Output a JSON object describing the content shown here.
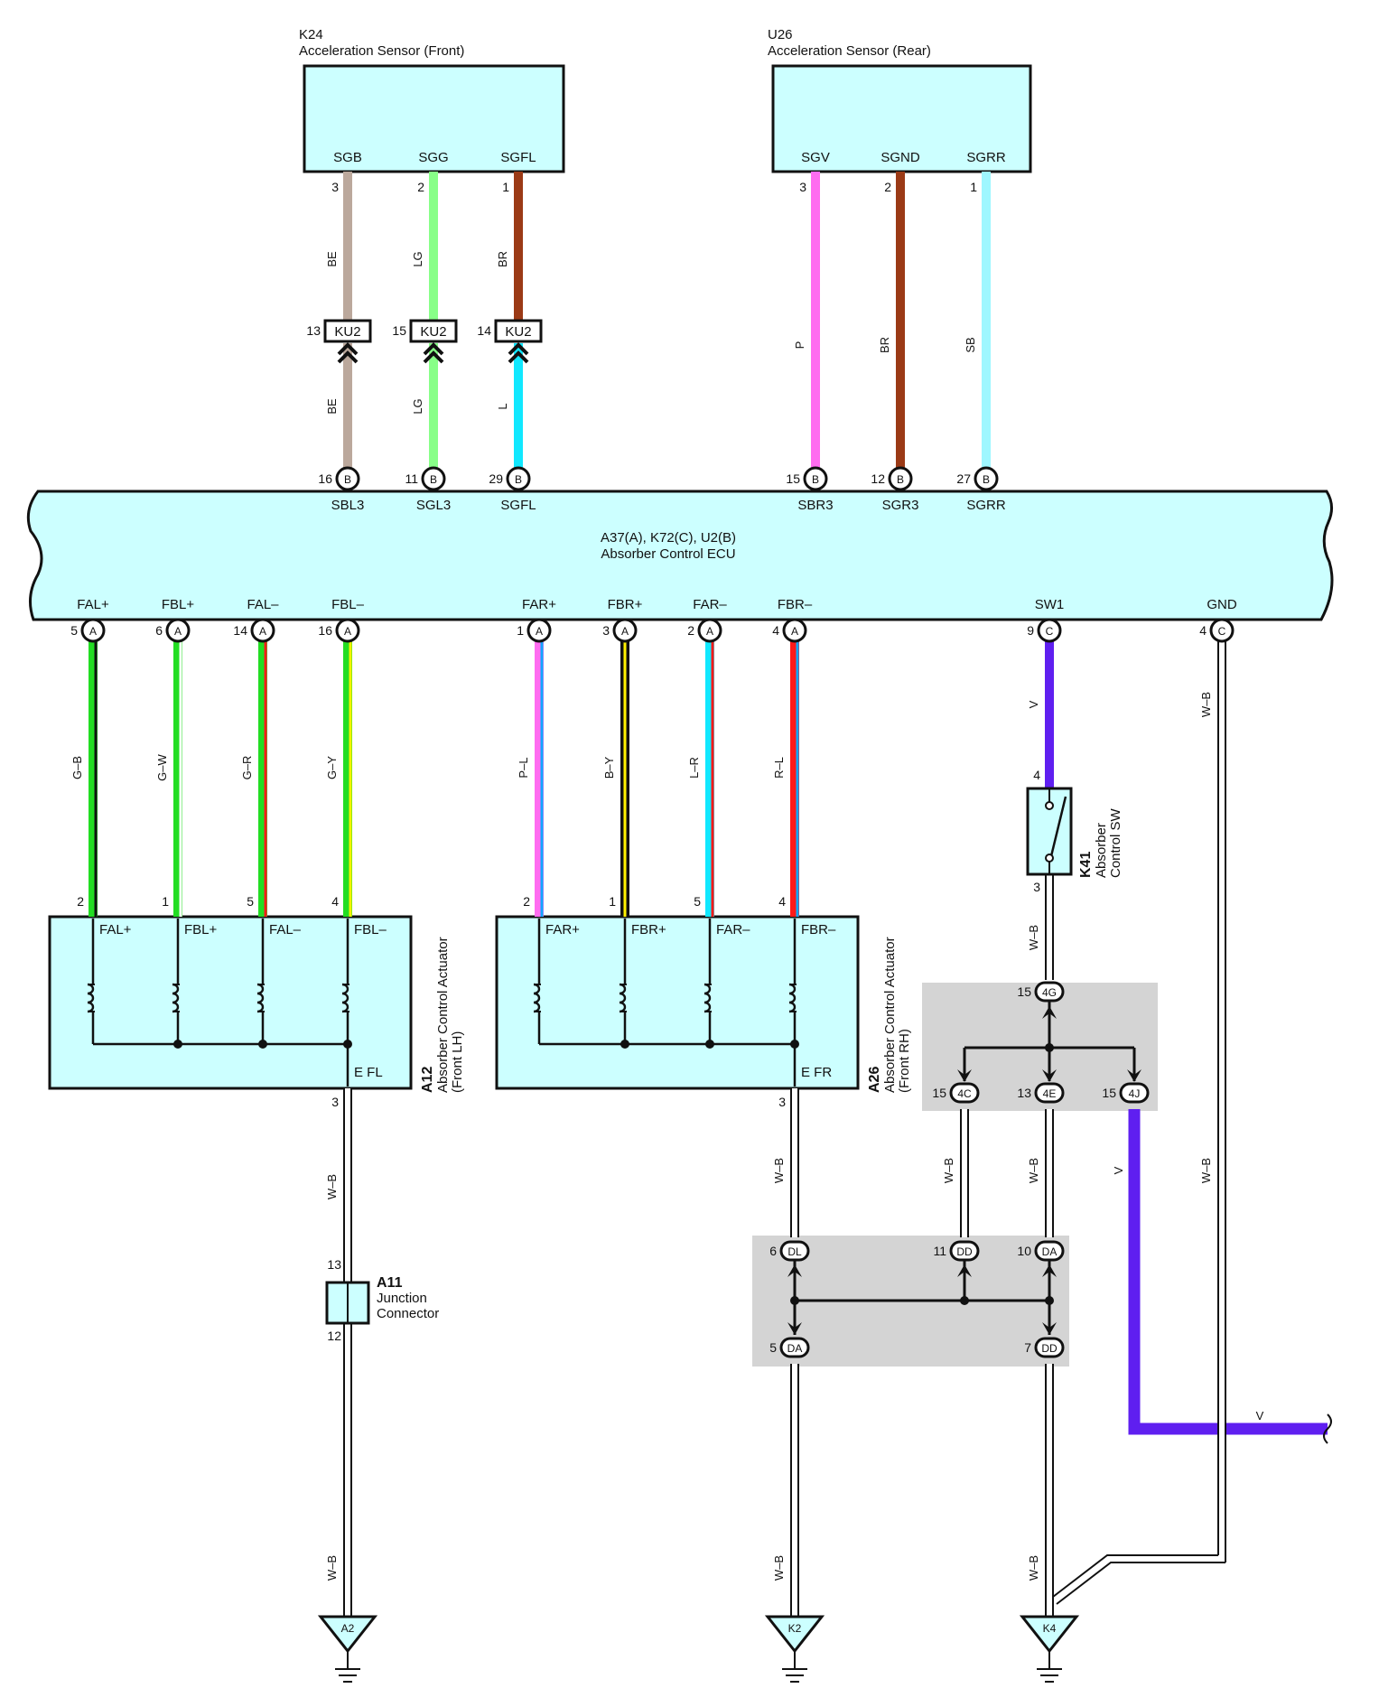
{
  "diagram_type": "wiring-diagram",
  "colors": {
    "component_fill": "#ccffff",
    "splice_box": "#d4d4d4",
    "BE": "#bba89c",
    "LG": "#88ff88",
    "BR": "#9b3a16",
    "L": "#10e8ff",
    "P": "#ff6cf0",
    "SB": "#9ff7ff",
    "G": "#22dd22",
    "R": "#ff1a1a",
    "Y": "#fff200",
    "V": "#5f1ff0",
    "B": "#111111",
    "W": "#ffffff"
  },
  "components": {
    "k24": {
      "code": "K24",
      "name": "Acceleration Sensor (Front)",
      "pins": [
        {
          "name": "SGB",
          "num": "3"
        },
        {
          "name": "SGG",
          "num": "2"
        },
        {
          "name": "SGFL",
          "num": "1"
        }
      ]
    },
    "u26": {
      "code": "U26",
      "name": "Acceleration Sensor (Rear)",
      "pins": [
        {
          "name": "SGV",
          "num": "3"
        },
        {
          "name": "SGND",
          "num": "2"
        },
        {
          "name": "SGRR",
          "num": "1"
        }
      ]
    },
    "ecu": {
      "code": "A37(A), K72(C), U2(B)",
      "name": "Absorber Control ECU",
      "top_pins": [
        {
          "name": "SBL3",
          "num": "16",
          "conn": "B"
        },
        {
          "name": "SGL3",
          "num": "11",
          "conn": "B"
        },
        {
          "name": "SGFL",
          "num": "29",
          "conn": "B"
        },
        {
          "name": "SBR3",
          "num": "15",
          "conn": "B"
        },
        {
          "name": "SGR3",
          "num": "12",
          "conn": "B"
        },
        {
          "name": "SGRR",
          "num": "27",
          "conn": "B"
        }
      ],
      "bottom_pins": [
        {
          "name": "FAL+",
          "num": "5",
          "conn": "A"
        },
        {
          "name": "FBL+",
          "num": "6",
          "conn": "A"
        },
        {
          "name": "FAL–",
          "num": "14",
          "conn": "A"
        },
        {
          "name": "FBL–",
          "num": "16",
          "conn": "A"
        },
        {
          "name": "FAR+",
          "num": "1",
          "conn": "A"
        },
        {
          "name": "FBR+",
          "num": "3",
          "conn": "A"
        },
        {
          "name": "FAR–",
          "num": "2",
          "conn": "A"
        },
        {
          "name": "FBR–",
          "num": "4",
          "conn": "A"
        },
        {
          "name": "SW1",
          "num": "9",
          "conn": "C"
        },
        {
          "name": "GND",
          "num": "4",
          "conn": "C"
        }
      ]
    },
    "a12": {
      "code": "A12",
      "name_lines": [
        "Absorber Control Actuator",
        "(Front LH)"
      ],
      "terms": [
        "FAL+",
        "FBL+",
        "FAL–",
        "FBL–"
      ],
      "top_nums": [
        "2",
        "1",
        "5",
        "4"
      ],
      "ground_label": "E FL",
      "ground_num": "3"
    },
    "a26": {
      "code": "A26",
      "name_lines": [
        "Absorber Control Actuator",
        "(Front RH)"
      ],
      "terms": [
        "FAR+",
        "FBR+",
        "FAR–",
        "FBR–"
      ],
      "top_nums": [
        "2",
        "1",
        "5",
        "4"
      ],
      "ground_label": "E FR",
      "ground_num": "3"
    },
    "k41": {
      "code": "K41",
      "name_lines": [
        "Absorber",
        "Control SW"
      ],
      "pin_top": "4",
      "pin_bottom": "3"
    },
    "a11": {
      "code": "A11",
      "name_lines": [
        "Junction",
        "Connector"
      ],
      "pin_top": "13",
      "pin_bottom": "12"
    }
  },
  "inline_connectors": [
    {
      "id": "KU2",
      "num": "13"
    },
    {
      "id": "KU2",
      "num": "15"
    },
    {
      "id": "KU2",
      "num": "14"
    }
  ],
  "splice_connectors": {
    "upper": [
      {
        "id": "4G",
        "num": "15"
      },
      {
        "id": "4C",
        "num": "15"
      },
      {
        "id": "4E",
        "num": "13"
      },
      {
        "id": "4J",
        "num": "15"
      }
    ],
    "lower": [
      {
        "id": "DL",
        "num": "6"
      },
      {
        "id": "DD",
        "num": "11"
      },
      {
        "id": "DA",
        "num": "10"
      },
      {
        "id": "DA",
        "num": "5"
      },
      {
        "id": "DD",
        "num": "7"
      }
    ]
  },
  "grounds": [
    "A2",
    "K2",
    "K4"
  ],
  "wire_labels": {
    "sensor_front_upper": [
      "BE",
      "LG",
      "BR"
    ],
    "sensor_front_lower": [
      "BE",
      "LG",
      "L"
    ],
    "sensor_rear": [
      "P",
      "BR",
      "SB"
    ],
    "actuator_lh": [
      "G–B",
      "G–W",
      "G–R",
      "G–Y"
    ],
    "actuator_rh": [
      "P–L",
      "B–Y",
      "L–R",
      "R–L"
    ],
    "sw1": "V",
    "gnd_c": "W–B",
    "wb": "W–B",
    "v": "V"
  }
}
